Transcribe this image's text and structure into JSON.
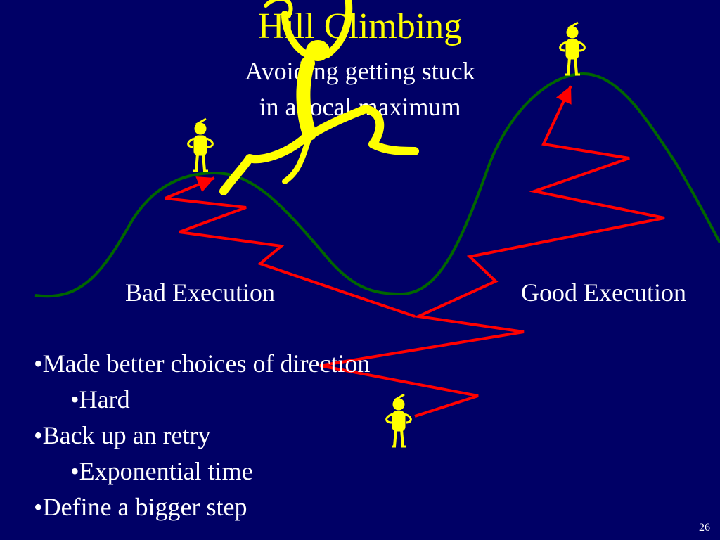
{
  "slide": {
    "title": "Hill Climbing",
    "subtitle_line1": "Avoiding getting stuck",
    "subtitle_line2": "in a local maximum",
    "label_bad": "Bad Execution",
    "label_good": "Good Execution",
    "bullets": [
      {
        "text": "•Made better choices of direction",
        "level": 1
      },
      {
        "text": "•Hard",
        "level": 2
      },
      {
        "text": "•Back up an retry",
        "level": 1
      },
      {
        "text": "•Exponential time",
        "level": 2
      },
      {
        "text": "•Define a bigger step",
        "level": 1
      }
    ],
    "page_number": "26"
  },
  "colors": {
    "background": "#000066",
    "title": "#FFFF00",
    "text": "#FFFFFF",
    "hill_curve": "#006600",
    "path_arrow": "#FF0000",
    "figures": "#FFFF00"
  },
  "icons": [
    "stick-figure-icon",
    "jumping-figure-icon",
    "arrowhead-icon"
  ]
}
